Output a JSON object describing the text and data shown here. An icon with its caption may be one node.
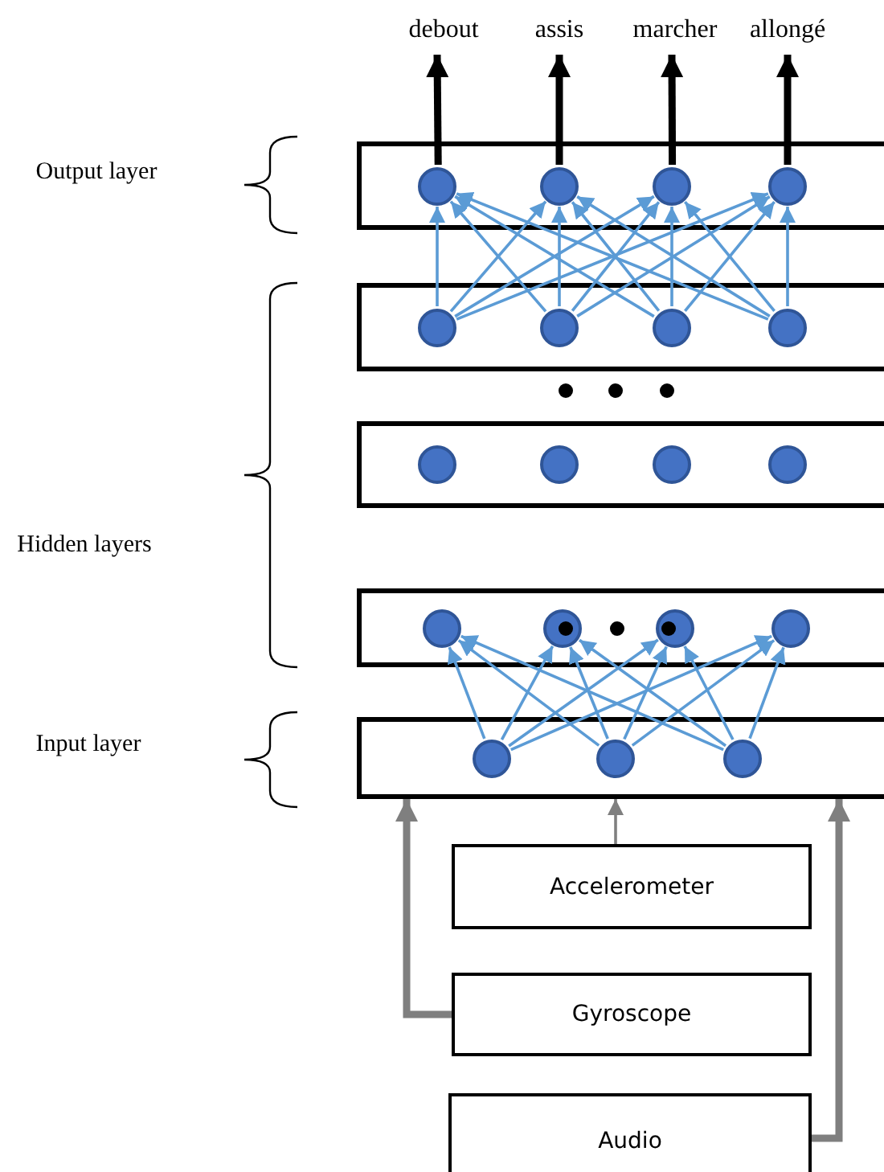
{
  "diagram": {
    "nodes": [
      {
        "text": [
          "debout"
        ]
      },
      {
        "text": [
          "assis"
        ]
      },
      {
        "text": [
          "marcher"
        ]
      },
      {
        "text": [
          "allongé"
        ]
      },
      {
        "text": [],
        "shape": "box"
      },
      {
        "text": [],
        "shape": "circle",
        "in": 4
      },
      {
        "text": [],
        "shape": "circle",
        "in": 4
      },
      {
        "text": [],
        "shape": "circle",
        "in": 4
      },
      {
        "text": [],
        "shape": "circle",
        "in": 4
      },
      {
        "text": [],
        "shape": "box"
      },
      {
        "text": [],
        "shape": "circle",
        "in": 9
      },
      {
        "text": [],
        "shape": "circle",
        "in": 9
      },
      {
        "text": [],
        "shape": "circle",
        "in": 9
      },
      {
        "text": [],
        "shape": "circle",
        "in": 9
      },
      {
        "text": [],
        "shape": "box"
      },
      {
        "text": [],
        "shape": "circle",
        "in": 14
      },
      {
        "text": [],
        "shape": "circle",
        "in": 14
      },
      {
        "text": [],
        "shape": "circle",
        "in": 14
      },
      {
        "text": [],
        "shape": "circle",
        "in": 14
      },
      {
        "text": [],
        "shape": "box"
      },
      {
        "text": [],
        "shape": "circle",
        "in": 19
      },
      {
        "text": [],
        "shape": "circle",
        "in": 19
      },
      {
        "text": [],
        "shape": "circle",
        "in": 19
      },
      {
        "text": [],
        "shape": "circle",
        "in": 19
      },
      {
        "text": [],
        "shape": "box"
      },
      {
        "text": [],
        "shape": "circle",
        "in": 24
      },
      {
        "text": [],
        "shape": "circle",
        "in": 24
      },
      {
        "text": [],
        "shape": "circle",
        "in": 24
      },
      {
        "text": [
          "Accelerometer"
        ]
      },
      {
        "text": [
          "Gyroscope"
        ]
      },
      {
        "text": [
          "Audio"
        ]
      }
    ],
    "edges": [
      {
        "from": 5,
        "to": 0,
        "arrow": "to",
        "style": "thick",
        "color": "#000000"
      },
      {
        "from": 6,
        "to": 1,
        "arrow": "to",
        "style": "thick",
        "color": "#000000"
      },
      {
        "from": 7,
        "to": 2,
        "arrow": "to",
        "style": "thick",
        "color": "#000000"
      },
      {
        "from": 8,
        "to": 3,
        "arrow": "to",
        "style": "thick",
        "color": "#000000"
      },
      {
        "from": 10,
        "to": 5,
        "arrow": "to"
      },
      {
        "from": 10,
        "to": 6,
        "arrow": "to"
      },
      {
        "from": 10,
        "to": 7,
        "arrow": "to"
      },
      {
        "from": 10,
        "to": 8,
        "arrow": "to"
      },
      {
        "from": 11,
        "to": 5,
        "arrow": "to"
      },
      {
        "from": 11,
        "to": 6,
        "arrow": "to"
      },
      {
        "from": 11,
        "to": 7,
        "arrow": "to"
      },
      {
        "from": 11,
        "to": 8,
        "arrow": "to"
      },
      {
        "from": 12,
        "to": 5,
        "arrow": "to"
      },
      {
        "from": 12,
        "to": 6,
        "arrow": "to"
      },
      {
        "from": 12,
        "to": 7,
        "arrow": "to"
      },
      {
        "from": 12,
        "to": 8,
        "arrow": "to"
      },
      {
        "from": 13,
        "to": 5,
        "arrow": "to"
      },
      {
        "from": 13,
        "to": 6,
        "arrow": "to"
      },
      {
        "from": 13,
        "to": 7,
        "arrow": "to"
      },
      {
        "from": 13,
        "to": 8,
        "arrow": "to"
      },
      {
        "from": 25,
        "to": 20,
        "arrow": "to"
      },
      {
        "from": 25,
        "to": 21,
        "arrow": "to"
      },
      {
        "from": 25,
        "to": 22,
        "arrow": "to"
      },
      {
        "from": 25,
        "to": 23,
        "arrow": "to"
      },
      {
        "from": 26,
        "to": 20,
        "arrow": "to"
      },
      {
        "from": 26,
        "to": 21,
        "arrow": "to"
      },
      {
        "from": 26,
        "to": 22,
        "arrow": "to"
      },
      {
        "from": 26,
        "to": 23,
        "arrow": "to"
      },
      {
        "from": 27,
        "to": 20,
        "arrow": "to"
      },
      {
        "from": 27,
        "to": 21,
        "arrow": "to"
      },
      {
        "from": 27,
        "to": 22,
        "arrow": "to"
      },
      {
        "from": 27,
        "to": 23,
        "arrow": "to"
      },
      {
        "from": 28,
        "to": 24,
        "arrow": "to",
        "color": "#7f7f7f"
      },
      {
        "from": 29,
        "to": 24,
        "arrow": "to",
        "style": "thick",
        "color": "#7f7f7f"
      },
      {
        "from": 30,
        "to": 24,
        "arrow": "to",
        "style": "thick",
        "color": "#7f7f7f"
      }
    ],
    "labels": [
      "Output layer",
      "Hidden layers",
      "Input layer"
    ]
  }
}
